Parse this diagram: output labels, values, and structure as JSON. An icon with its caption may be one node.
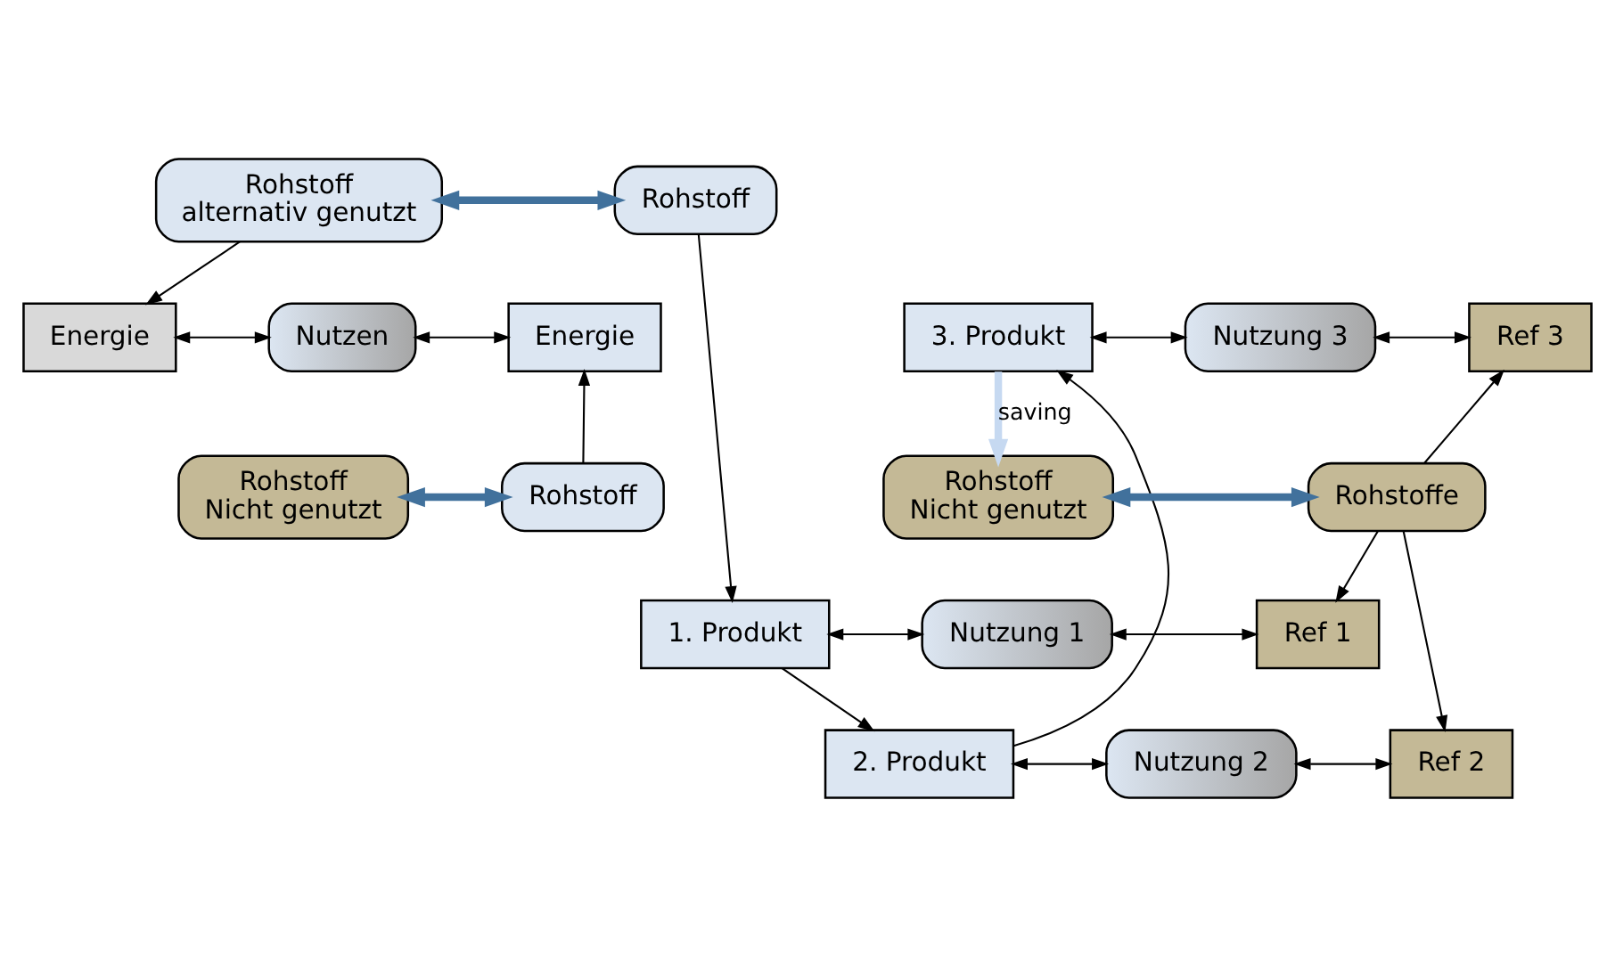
{
  "diagram": {
    "nodes": [
      {
        "text": [
          "Rohstoff",
          "alternativ genutzt"
        ]
      },
      {
        "text": [
          "Rohstoff"
        ]
      },
      {
        "text": [
          "1. Produkt"
        ]
      },
      {
        "text": [
          "Nutzung 1"
        ]
      },
      {
        "text": [
          "Ref 1"
        ]
      },
      {
        "text": [
          "2. Produkt"
        ]
      },
      {
        "text": [
          "Nutzung 2"
        ]
      },
      {
        "text": [
          "Ref 2"
        ]
      },
      {
        "text": [
          "Energie"
        ]
      },
      {
        "text": [
          "Nutzen"
        ]
      },
      {
        "text": [
          "Energie"
        ]
      },
      {
        "text": [
          "3. Produkt"
        ]
      },
      {
        "text": [
          "Nutzung 3"
        ]
      },
      {
        "text": [
          "Ref 3"
        ]
      },
      {
        "text": [
          "Rohstoff",
          "Nicht genutzt"
        ]
      },
      {
        "text": [
          "Rohstoff"
        ]
      },
      {
        "text": [
          "Rohstoff",
          "Nicht genutzt"
        ]
      },
      {
        "text": [
          "Rohstoffe"
        ]
      }
    ],
    "edges": [
      {
        "from": 0,
        "to": 1,
        "arrow": "both",
        "style": "thick",
        "color": "#41719c"
      },
      {
        "from": 0,
        "to": 8,
        "arrow": "to"
      },
      {
        "from": 1,
        "to": 2,
        "arrow": "to"
      },
      {
        "from": 2,
        "to": 3,
        "arrow": "both"
      },
      {
        "from": 3,
        "to": 4,
        "arrow": "both"
      },
      {
        "from": 2,
        "to": 5,
        "arrow": "to"
      },
      {
        "from": 5,
        "to": 6,
        "arrow": "both"
      },
      {
        "from": 6,
        "to": 7,
        "arrow": "both"
      },
      {
        "from": 5,
        "to": 11,
        "arrow": "to"
      },
      {
        "from": 8,
        "to": 9,
        "arrow": "both"
      },
      {
        "from": 9,
        "to": 10,
        "arrow": "both"
      },
      {
        "from": 11,
        "to": 12,
        "arrow": "both"
      },
      {
        "from": 12,
        "to": 13,
        "arrow": "both"
      },
      {
        "from": 15,
        "to": 10,
        "arrow": "to"
      },
      {
        "from": 11,
        "to": 16,
        "arrow": "to",
        "label": "saving",
        "style": "thick",
        "color": "#c6d9f1"
      },
      {
        "from": 14,
        "to": 15,
        "arrow": "both",
        "style": "thick",
        "color": "#41719c"
      },
      {
        "from": 16,
        "to": 17,
        "arrow": "both",
        "style": "thick",
        "color": "#41719c"
      },
      {
        "from": 17,
        "to": 4,
        "arrow": "to"
      },
      {
        "from": 17,
        "to": 7,
        "arrow": "to"
      },
      {
        "from": 17,
        "to": 13,
        "arrow": "to"
      }
    ]
  }
}
